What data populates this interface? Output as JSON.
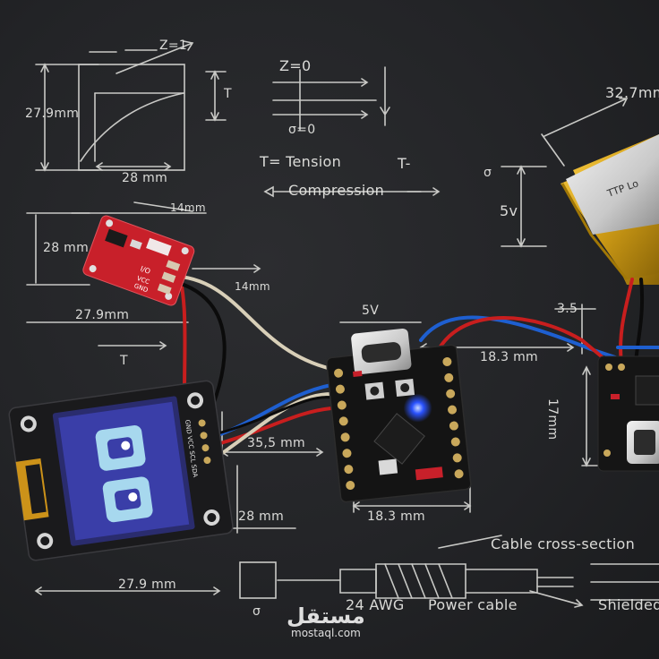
{
  "labels": {
    "top_dim_z": "Z=1",
    "left_dim_27_9_top": "27.9mm",
    "t_side": "T",
    "dim_28_top": "28 mm",
    "z_eq": "Z=0",
    "sigma_eq": "σ=0",
    "tension": "T= Tension",
    "t_minus": "T-",
    "compression": "Compression",
    "dim_32_7": "32.7mm",
    "sigma_right": "σ",
    "five_v_right": "5v",
    "dim_14_top": "14mm",
    "dim_28_left": "28 mm",
    "dim_14_right": "14mm",
    "dim_27_9_mid": "27.9mm",
    "t_mid": "T",
    "five_v_center": "5V",
    "dim_3_5": "3.5",
    "dim_18_3_top": "18.3 mm",
    "dim_17mm": "17mm",
    "dim_35_5": "35,5 mm",
    "dim_18_3_bottom": "18.3 mm",
    "dim_28_bottom": "28 mm",
    "dim_27_9_bottom": "27.9 mm",
    "cable_cross": "Cable cross-section",
    "awg": "24 AWG",
    "power_cable": "Power cable",
    "shielded": "Shielded",
    "sigma_bottom": "σ"
  },
  "touch_module_text": {
    "i_o": "I/O",
    "vcc": "VCC",
    "gnd": "GND"
  },
  "oled_pins": "GND VCC SCL SDA",
  "battery_text": "TTP Lo",
  "watermark": {
    "arabic": "مستقل",
    "latin": "mostaql.com"
  },
  "colors": {
    "board": "#2a2b2e",
    "chalk": "#e9e9e6",
    "pcb_black": "#141414",
    "pcb_red": "#c8202a",
    "oled_screen": "#3a3ea8",
    "battery_gold": "#d4a017",
    "wire_red": "#c81e1e",
    "wire_blue": "#1e5fd0",
    "wire_white": "#d8cfb8",
    "wire_black": "#0a0a0a"
  }
}
